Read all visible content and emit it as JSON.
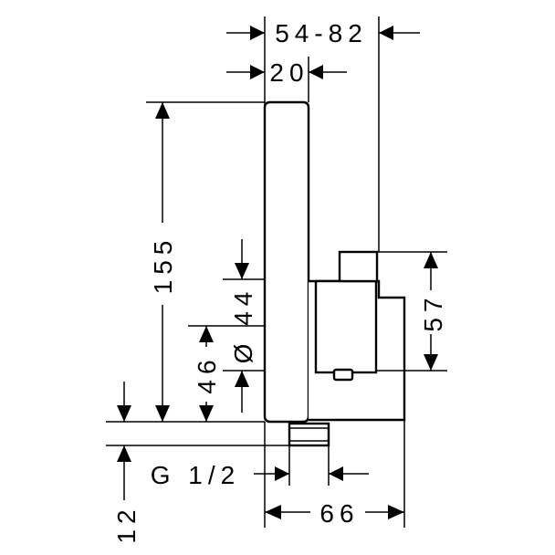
{
  "dimensions": {
    "overall_depth": "54-82",
    "panel_depth": "20",
    "height": "155",
    "thread": "G 1/2",
    "bottom_offset": "12",
    "overall_width": "66",
    "body_height": "57",
    "lower_offset": "46",
    "diameter": "Ø 44"
  },
  "colors": {
    "line": "#000000",
    "background": "#ffffff"
  }
}
